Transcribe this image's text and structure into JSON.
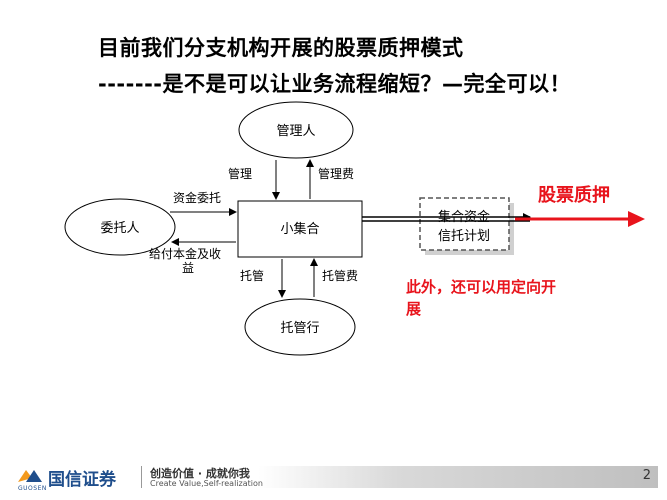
{
  "title": "目前我们分支机构开展的股票质押模式",
  "subtitle": "-------是不是可以让业务流程缩短？—完全可以！",
  "nodes": {
    "manager": "管理人",
    "client": "委托人",
    "pool": "小集合",
    "custodian": "托管行",
    "trust": "集合资金信托计划"
  },
  "trust_lines": [
    "集合资金",
    "信托计划"
  ],
  "edges": {
    "manage": "管理",
    "manage_fee": "管理费",
    "funds_entrust": "资金委托",
    "pay_principal_1": "给付本金及收",
    "pay_principal_2": "益",
    "custody": "托管",
    "custody_fee": "托管费"
  },
  "highlight": "股票质押",
  "note": "此外，还可以用定向开展",
  "footer": {
    "company": "国信证券",
    "company_en": "GUOSEN",
    "slogan_cn": "创造价值 · 成就你我",
    "slogan_en": "Create Value,Self-realization",
    "page": "2"
  },
  "colors": {
    "accent_red": "#e8141c",
    "brand_blue": "#1f4e8c"
  }
}
